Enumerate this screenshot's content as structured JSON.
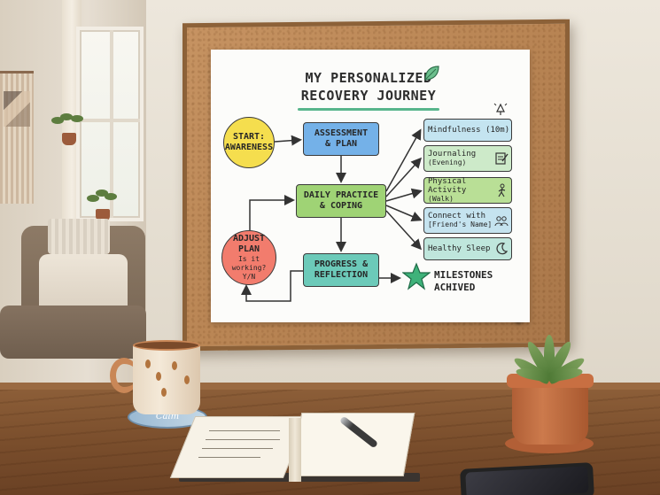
{
  "poster": {
    "title_line1": "MY PERSONALIZED",
    "title_line2": "RECOVERY JOURNEY",
    "nodes": {
      "start_line1": "START:",
      "start_line2": "AWARENESS",
      "assess_line1": "ASSESSMENT",
      "assess_line2": "& PLAN",
      "daily_line1": "DAILY PRACTICE",
      "daily_line2": "& COPING",
      "progress_line1": "PROGRESS &",
      "progress_line2": "REFLECTION",
      "adjust_line1": "ADJUST",
      "adjust_line2": "PLAN",
      "adjust_line3": "Is it working?",
      "adjust_line4": "Y/N"
    },
    "practices": [
      {
        "line1": "Mindfulness (10m)",
        "line2": "",
        "icon": "lamp-icon"
      },
      {
        "line1": "Journaling",
        "line2": "(Evening)",
        "icon": "notebook-pen-icon"
      },
      {
        "line1": "Physical Activity",
        "line2": "(Walk)",
        "icon": "walking-person-icon"
      },
      {
        "line1": "Connect with",
        "line2": "[Friend's Name]",
        "icon": "people-icon"
      },
      {
        "line1": "Healthy Sleep",
        "line2": "",
        "icon": "moon-icon"
      }
    ],
    "milestone_line1": "MILESTONES",
    "milestone_line2": "ACHIVED"
  },
  "colors": {
    "start": "#f5de4e",
    "assess": "#74b1e8",
    "daily": "#9fd375",
    "progress": "#6ccab9",
    "adjust": "#f27c6d",
    "star": "#3fb27a",
    "accent_underline": "#58b58c"
  },
  "coaster_text": "Calm"
}
